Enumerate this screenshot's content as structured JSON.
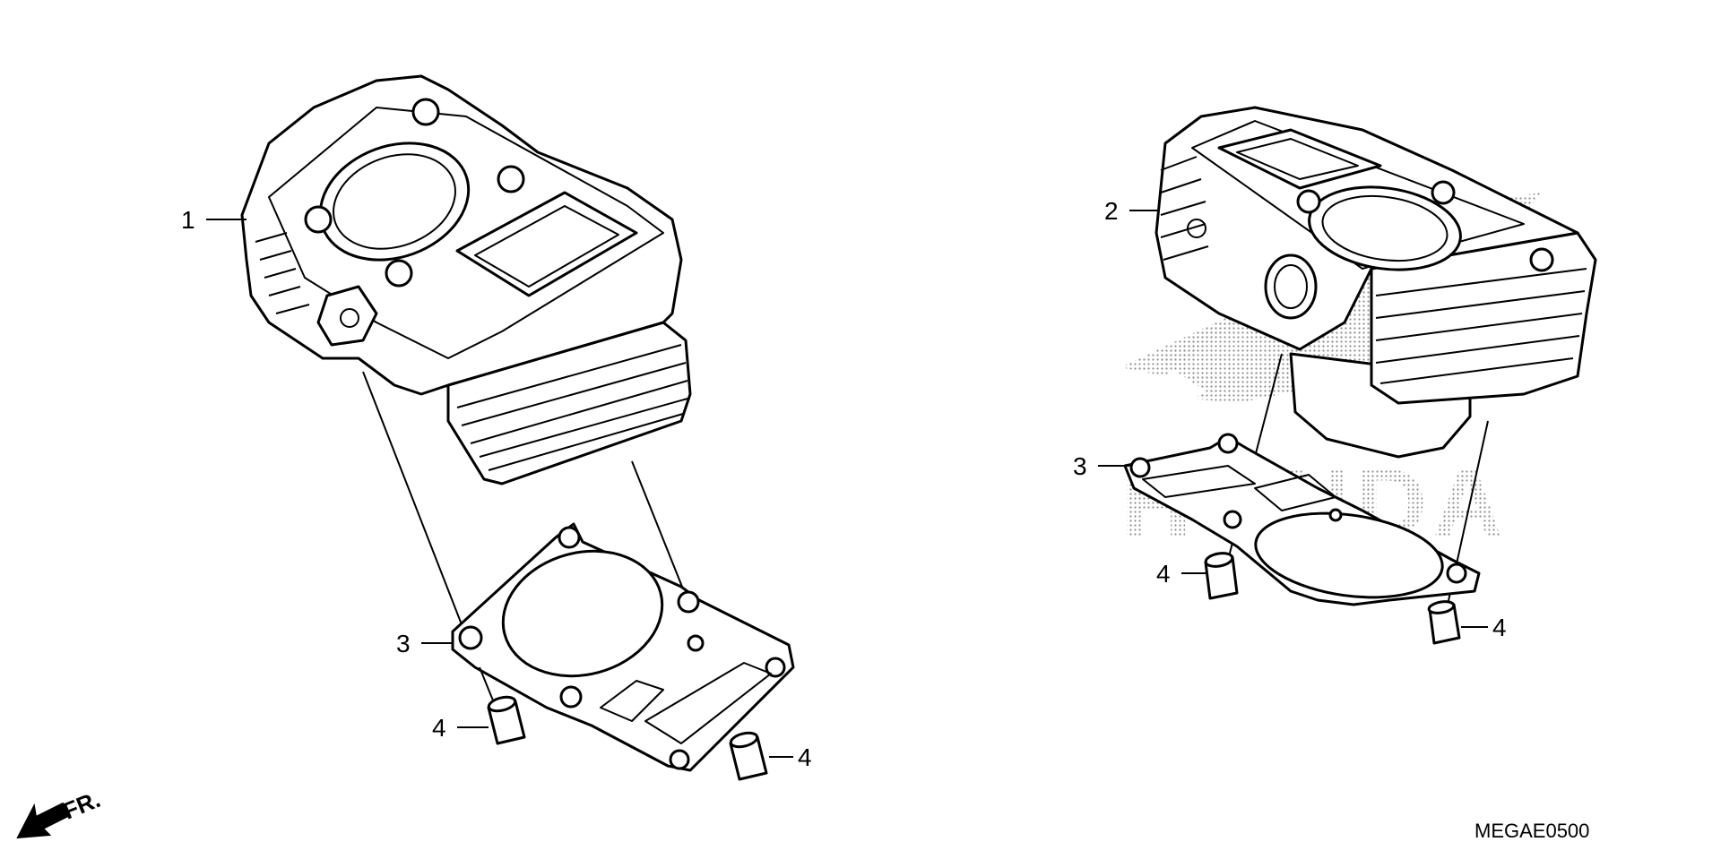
{
  "diagram": {
    "drawing_code": "MEGAE0500",
    "front_indicator": "FR.",
    "callouts": {
      "front_cylinder": "1",
      "rear_cylinder": "2",
      "front_gasket": "3",
      "rear_gasket": "3",
      "front_dowel_left": "4",
      "front_dowel_right": "4",
      "rear_dowel_left": "4",
      "rear_dowel_right": "4"
    },
    "watermark_brand": "HONDA"
  }
}
